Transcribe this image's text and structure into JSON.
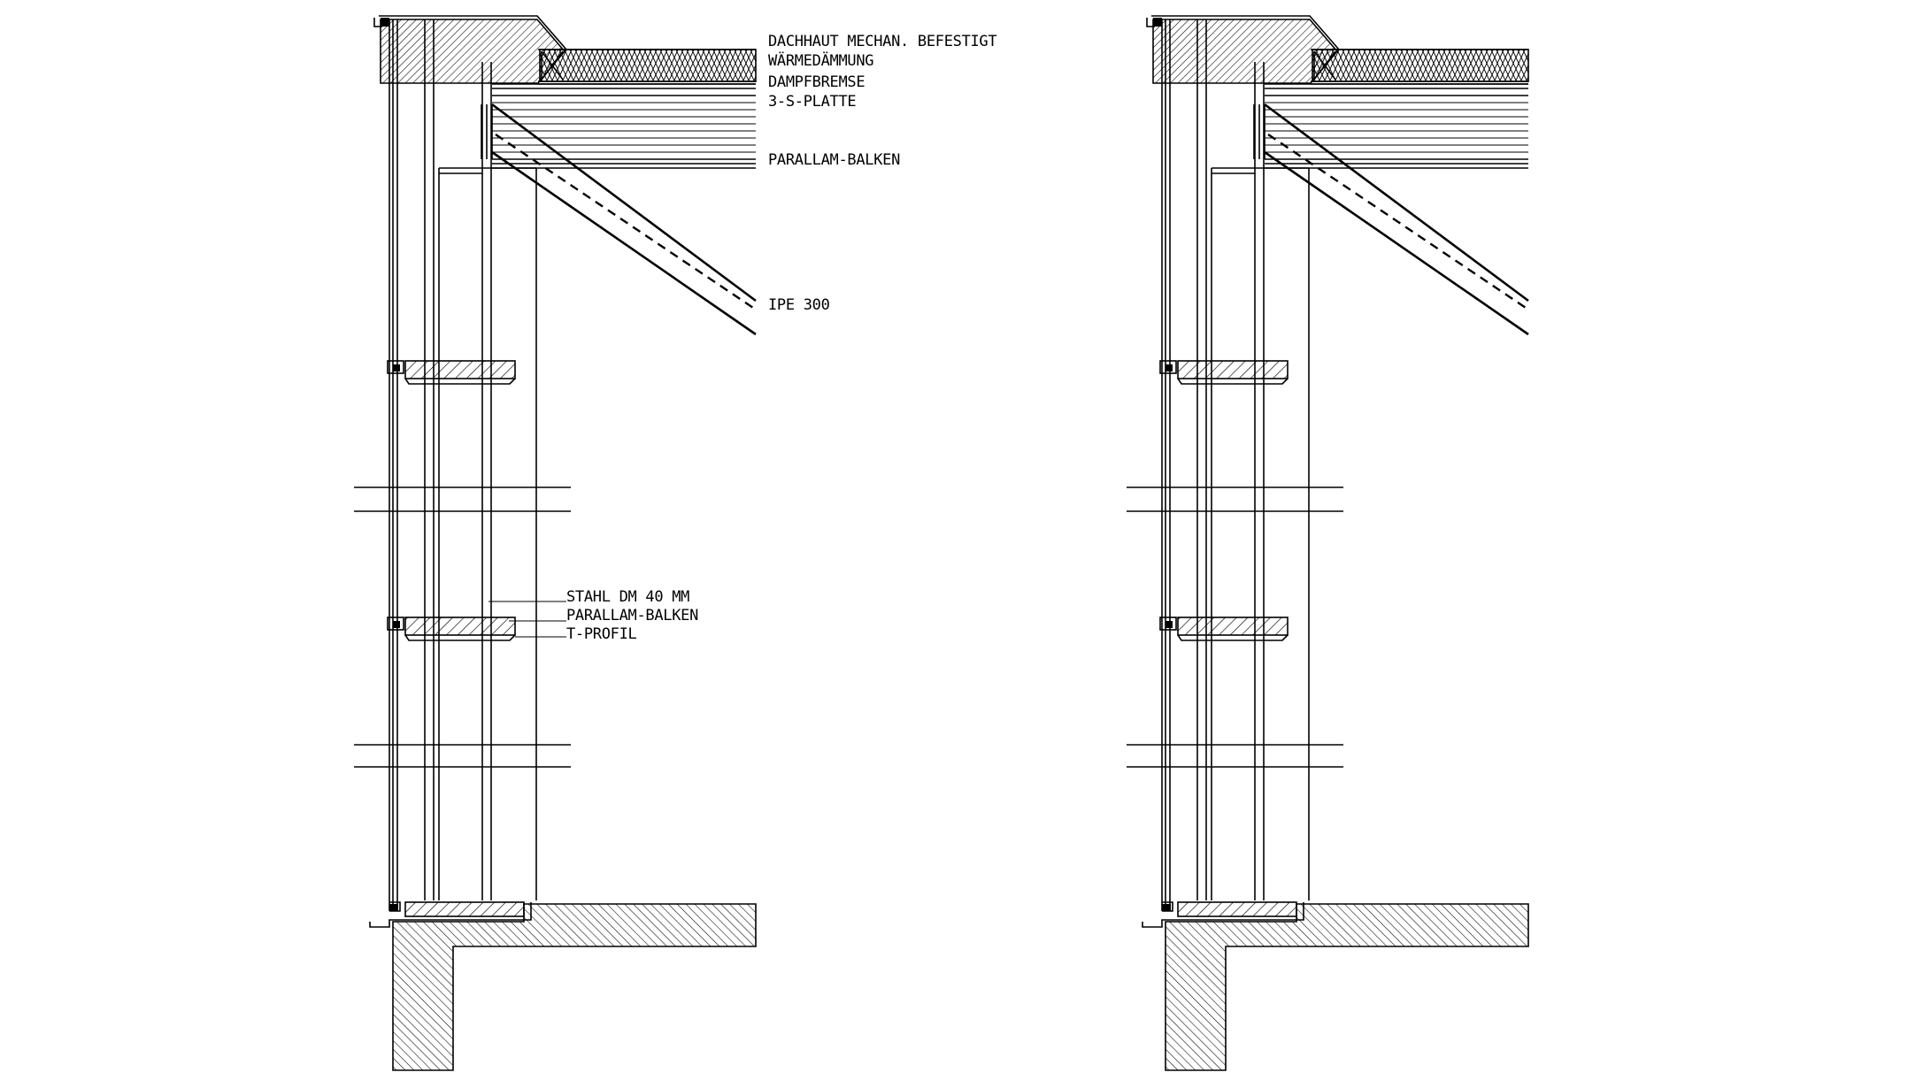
{
  "labels": {
    "roof_membrane": "DACHHAUT MECHAN. BEFESTIGT",
    "insulation": "WÄRMEDÄMMUNG",
    "vapour_barrier": "DAMPFBREMSE",
    "panel": "3-S-PLATTE",
    "parallam_top": "PARALLAM-BALKEN",
    "ipe": "IPE 300",
    "steel_rod": "STAHL DM 40 MM",
    "parallam_mid": "PARALLAM-BALKEN",
    "t_profile": "T-PROFIL"
  },
  "colors": {
    "line": "#000000",
    "background": "#ffffff"
  }
}
